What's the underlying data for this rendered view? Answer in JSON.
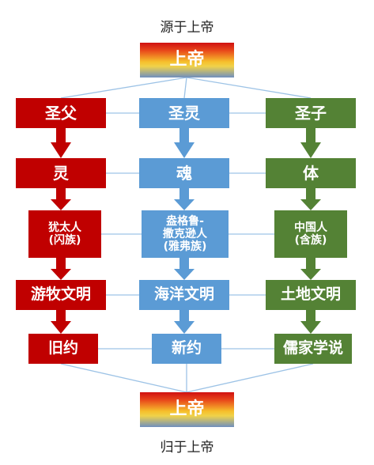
{
  "top_caption": "源于上帝",
  "bottom_caption": "归于上帝",
  "god_box_top": "上帝",
  "god_box_bottom": "上帝",
  "columns": {
    "left": {
      "trinity": "圣父",
      "component": "灵",
      "people_line1": "犹太人",
      "people_line2": "(闪族)",
      "civilization": "游牧文明",
      "canon": "旧约"
    },
    "middle": {
      "trinity": "圣灵",
      "component": "魂",
      "people_line1": "盎格鲁-",
      "people_line2": "撒克逊人",
      "people_line3": "(雅弗族)",
      "civilization": "海洋文明",
      "canon": "新约"
    },
    "right": {
      "trinity": "圣子",
      "component": "体",
      "people_line1": "中国人",
      "people_line2": "(含族)",
      "civilization": "土地文明",
      "canon": "儒家学说"
    }
  },
  "colors": {
    "left": "#c00000",
    "middle": "#5b9bd5",
    "right": "#548235",
    "connector": "#9dc3e6"
  }
}
